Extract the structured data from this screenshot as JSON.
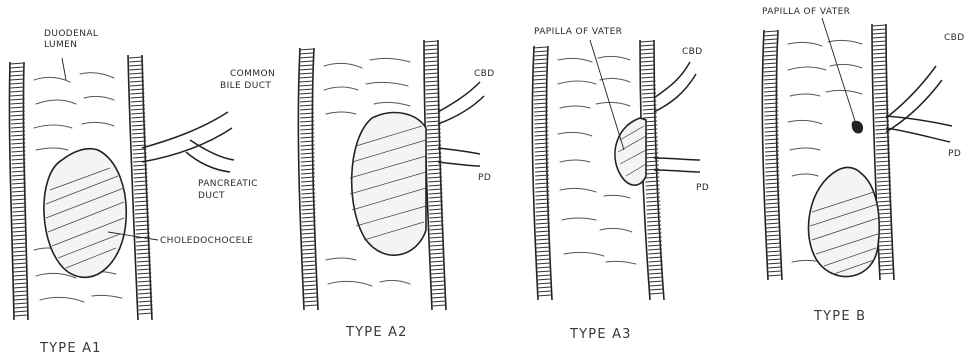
{
  "panels": [
    {
      "type_label": "TYPE A1",
      "labels": {
        "duodenal_lumen": "DUODENAL\nLUMEN",
        "cbd": "COMMON\nBILE DUCT",
        "pd": "PANCREATIC\nDUCT",
        "cyst": "CHOLEDOCHOCELE"
      }
    },
    {
      "type_label": "TYPE A2",
      "labels": {
        "cbd": "CBD",
        "pd": "PD"
      }
    },
    {
      "type_label": "TYPE A3",
      "labels": {
        "papilla": "PAPILLA OF VATER",
        "cbd": "CBD",
        "pd": "PD"
      }
    },
    {
      "type_label": "TYPE B",
      "labels": {
        "papilla": "PAPILLA OF VATER",
        "cbd": "CBD",
        "pd": "PD"
      }
    }
  ],
  "colors": {
    "ink": "#222222",
    "background": "#ffffff"
  }
}
